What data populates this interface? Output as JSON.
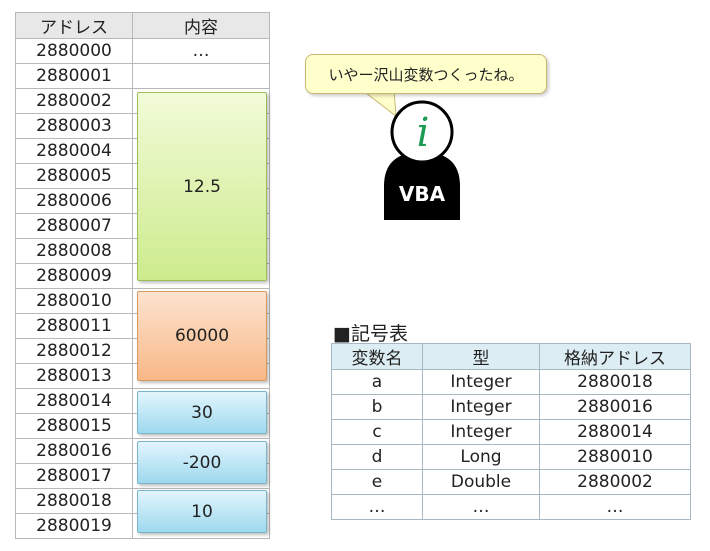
{
  "memory": {
    "headers": [
      "アドレス",
      "内容"
    ],
    "rows": [
      {
        "address": "2880000",
        "content": "…"
      },
      {
        "address": "2880001",
        "content": ""
      },
      {
        "address": "2880002"
      },
      {
        "address": "2880003"
      },
      {
        "address": "2880004"
      },
      {
        "address": "2880005"
      },
      {
        "address": "2880006"
      },
      {
        "address": "2880007"
      },
      {
        "address": "2880008"
      },
      {
        "address": "2880009"
      },
      {
        "address": "2880010"
      },
      {
        "address": "2880011"
      },
      {
        "address": "2880012"
      },
      {
        "address": "2880013"
      },
      {
        "address": "2880014"
      },
      {
        "address": "2880015"
      },
      {
        "address": "2880016"
      },
      {
        "address": "2880017"
      },
      {
        "address": "2880018"
      },
      {
        "address": "2880019"
      }
    ],
    "blocks": [
      "12.5",
      "60000",
      "30",
      "-200",
      "10"
    ]
  },
  "bubble": {
    "text": "いやー沢山変数つくったね。"
  },
  "character": {
    "icon_letter": "i",
    "label": "VBA"
  },
  "symbol_table": {
    "title": "■記号表",
    "headers": [
      "変数名",
      "型",
      "格納アドレス"
    ],
    "rows": [
      [
        "a",
        "Integer",
        "2880018"
      ],
      [
        "b",
        "Integer",
        "2880016"
      ],
      [
        "c",
        "Integer",
        "2880014"
      ],
      [
        "d",
        "Long",
        "2880010"
      ],
      [
        "e",
        "Double",
        "2880002"
      ],
      [
        "…",
        "…",
        "…"
      ]
    ]
  },
  "colors": {
    "double_block": "#cdeb8d",
    "long_block": "#f8b887",
    "integer_block": "#9ed9ef",
    "icon_green": "#1a9a52"
  }
}
